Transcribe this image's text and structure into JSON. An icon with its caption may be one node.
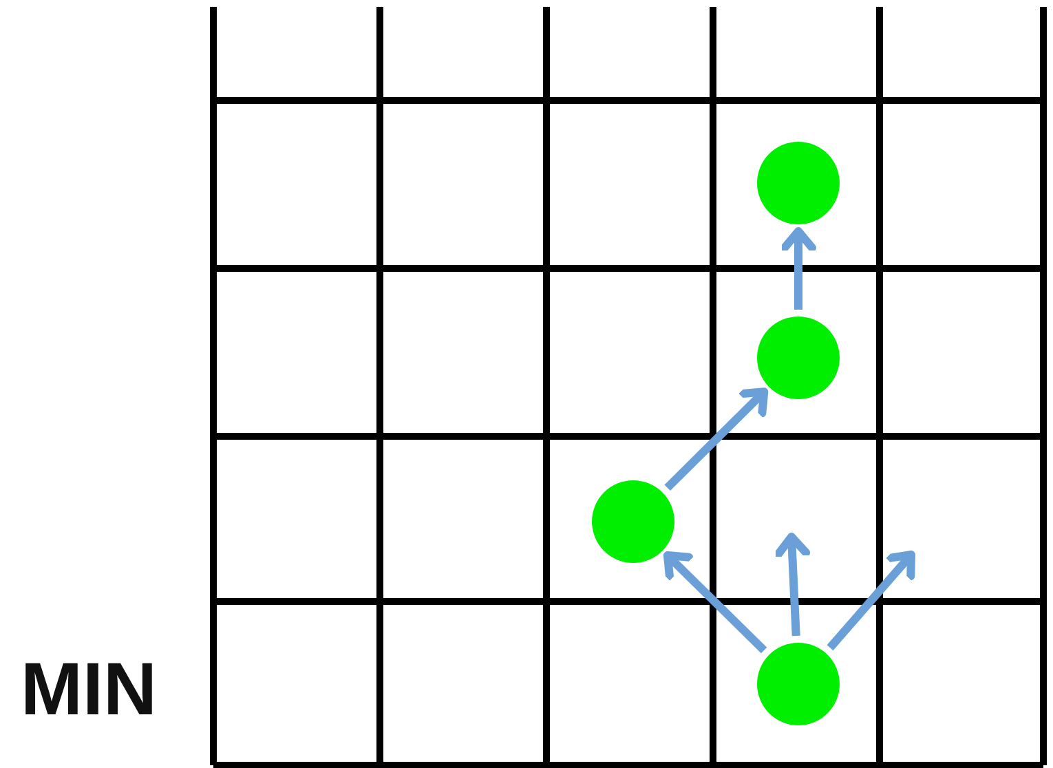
{
  "diagram": {
    "nodes": [
      {
        "text": [],
        "shape": "circle"
      },
      {
        "text": [],
        "shape": "circle"
      },
      {
        "text": [],
        "shape": "circle"
      },
      {
        "text": [],
        "shape": "circle"
      }
    ],
    "edges": [
      {
        "from": 3,
        "to": 2,
        "arrow": "to"
      },
      {
        "from": 3,
        "to": null,
        "arrow": "to"
      },
      {
        "from": 3,
        "to": null,
        "arrow": "to"
      },
      {
        "from": 2,
        "to": 1,
        "arrow": "to"
      },
      {
        "from": 1,
        "to": 0,
        "arrow": "to"
      }
    ],
    "labels": [
      "MIN"
    ]
  }
}
